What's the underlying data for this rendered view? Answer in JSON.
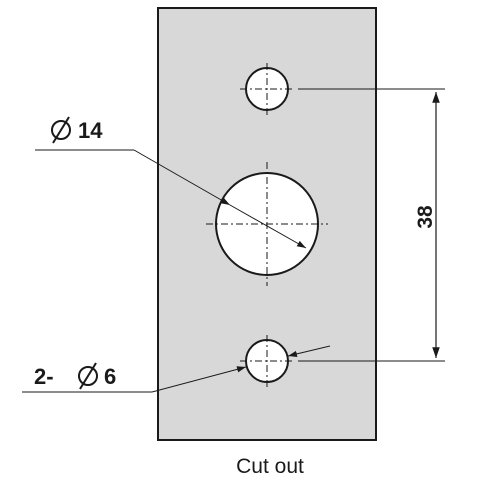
{
  "drawing": {
    "plate_fill": "#d8d8d8",
    "line_color": "#1a1a1a",
    "hole_fill": "#ffffff",
    "center_hole_label": "14",
    "small_holes_prefix": "2-",
    "small_holes_label": "6",
    "spacing_label": "38",
    "diameter_symbol": "diameter-symbol-icon"
  },
  "caption": "Cut out"
}
